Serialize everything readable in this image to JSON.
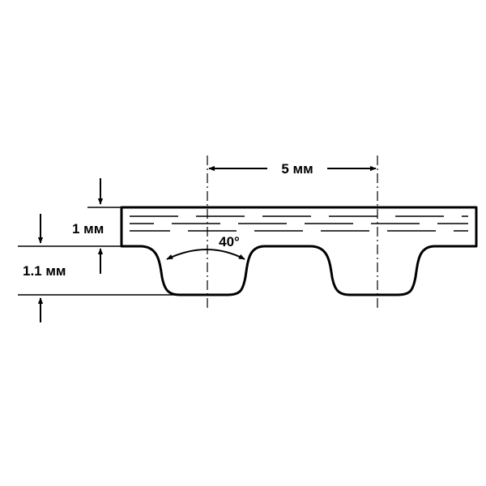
{
  "labels": {
    "pitch": "5 мм",
    "belt_thickness": "1 мм",
    "tooth_height": "1.1 мм",
    "tooth_angle": "40°"
  },
  "colors": {
    "stroke": "#000000",
    "background": "#ffffff"
  }
}
